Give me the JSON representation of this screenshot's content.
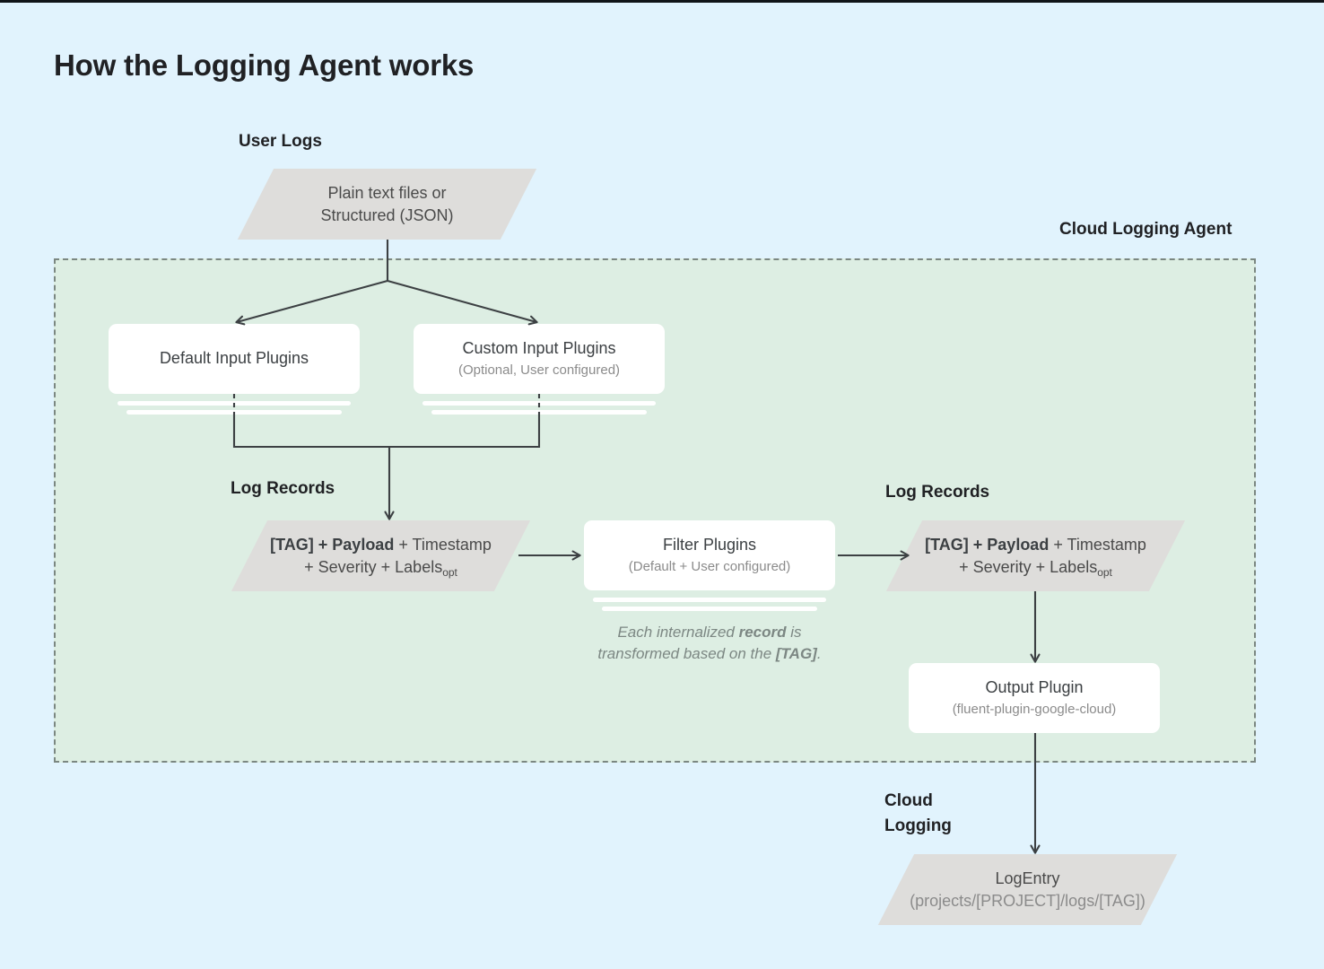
{
  "page": {
    "title": "How the Logging Agent works",
    "background_color": "#e1f3fd",
    "agent_panel_color": "#ddeee3",
    "parallelogram_color": "#dedddb",
    "card_color": "#ffffff",
    "line_color": "#3c4043"
  },
  "captions": {
    "user_logs": "User Logs",
    "cloud_logging_agent": "Cloud Logging Agent",
    "log_records_left": "Log Records",
    "log_records_right": "Log Records",
    "cloud_logging": "Cloud\nLogging",
    "cloud_logging_line1": "Cloud",
    "cloud_logging_line2": "Logging"
  },
  "nodes": {
    "user_logs_source": {
      "shape": "parallelogram",
      "line1": "Plain text files or",
      "line2": "Structured (JSON)"
    },
    "default_input_plugins": {
      "shape": "stacked-card",
      "title": "Default Input Plugins",
      "subtitle": ""
    },
    "custom_input_plugins": {
      "shape": "stacked-card",
      "title": "Custom Input Plugins",
      "subtitle": "(Optional, User configured)"
    },
    "log_record_left": {
      "shape": "parallelogram",
      "bold_part": "[TAG] + Payload",
      "line1_rest": " + Timestamp",
      "line2": "+ Severity + Labels",
      "subscript": "opt"
    },
    "filter_plugins": {
      "shape": "stacked-card",
      "title": "Filter Plugins",
      "subtitle": "(Default + User configured)"
    },
    "log_record_right": {
      "shape": "parallelogram",
      "bold_part": "[TAG] + Payload",
      "line1_rest": " + Timestamp",
      "line2": "+ Severity + Labels",
      "subscript": "opt"
    },
    "output_plugin": {
      "shape": "card",
      "title": "Output Plugin",
      "subtitle": "(fluent-plugin-google-cloud)"
    },
    "log_entry": {
      "shape": "parallelogram",
      "line1": "LogEntry",
      "line2": "(projects/[PROJECT]/logs/[TAG])"
    }
  },
  "annotations": {
    "transform_note_part1": "Each internalized ",
    "transform_note_bold1": "record",
    "transform_note_part2": " is",
    "transform_note_line2_part1": "transformed based on the ",
    "transform_note_bold2": "[TAG]",
    "transform_note_part3": "."
  }
}
